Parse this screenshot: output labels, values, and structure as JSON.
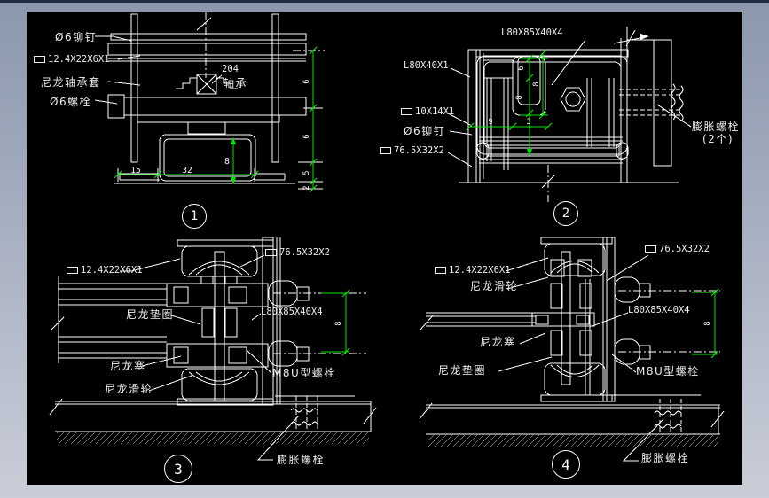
{
  "app": {
    "type": "cad-detail-drawing",
    "colors": {
      "canvas": "#000000",
      "line": "#ffffff",
      "dimension": "#00e600",
      "frame_top": "#8a97ad",
      "frame_bottom": "#c9cdd8"
    }
  },
  "detail1": {
    "badge": "1",
    "labels": {
      "rivet": "Ø6铆钉",
      "profile": "12.4X22X6X1",
      "sleeve": "尼龙轴承套",
      "bolt": "Ø6螺栓",
      "bearing_no": "204",
      "bearing": "轴承"
    },
    "dims": {
      "flange": "15",
      "channel_w": "32",
      "channel_h": "8",
      "right": [
        "6",
        "6",
        "5",
        "2"
      ]
    }
  },
  "detail2": {
    "badge": "2",
    "labels": {
      "angle": "L80X85X40X4",
      "angle_small": "L80X40X1",
      "tube": "10X14X1",
      "rivet": "Ø6铆钉",
      "profile": "76.5X32X2",
      "anchor_line1": "膨胀螺栓",
      "anchor_line2": "(2个)"
    },
    "dims": {
      "seg_a": "6",
      "seg_b": "8",
      "overall": "8",
      "h_a": "9",
      "h_b": "3"
    }
  },
  "detail3": {
    "badge": "3",
    "labels": {
      "profile": "12.4X22X6X1",
      "washer": "尼龙垫圈",
      "plug": "尼龙塞",
      "pulley": "尼龙滑轮",
      "plate": "76.5X32X2",
      "angle": "L80X85X40X4",
      "ubolt": "M8U型螺栓",
      "anchor": "膨胀螺栓"
    },
    "dims": {
      "gap": "8"
    }
  },
  "detail4": {
    "badge": "4",
    "labels": {
      "profile": "12.4X22X6X1",
      "pulley": "尼龙滑轮",
      "plug": "尼龙塞",
      "washer": "尼龙垫圈",
      "plate": "76.5X32X2",
      "angle": "L80X85X40X4",
      "ubolt": "M8U型螺栓",
      "anchor": "膨胀螺栓"
    },
    "dims": {
      "gap": "8"
    }
  }
}
